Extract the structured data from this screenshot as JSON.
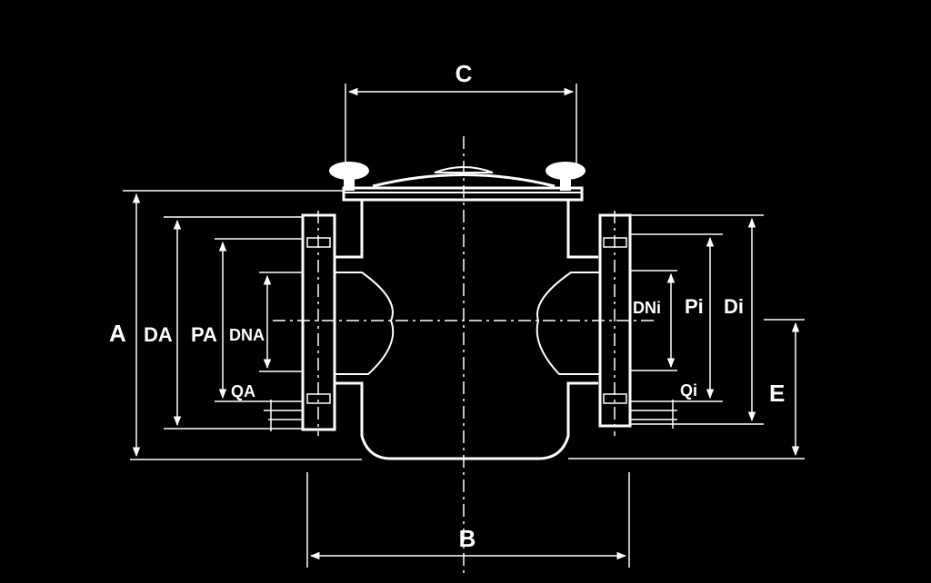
{
  "diagram": {
    "background": "#000000",
    "line_color": "#ffffff",
    "labels": {
      "A": "A",
      "DA": "DA",
      "PA": "PA",
      "DNA": "DNA",
      "QA": "QA",
      "C": "C",
      "B": "B",
      "E": "E",
      "DNi": "DNi",
      "Pi": "Pi",
      "Di": "Di",
      "Qi": "Qi"
    }
  }
}
